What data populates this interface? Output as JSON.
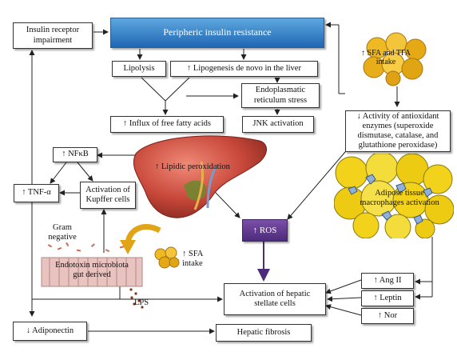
{
  "boxes": {
    "insulin_receptor": "Insulin receptor impairment",
    "peripheric": "Peripheric insulin resistance",
    "lipolysis": "Lipolysis",
    "lipogenesis": "↑ Lipogenesis de novo in the liver",
    "er_stress": "Endoplasmatic reticulum stress",
    "influx": "↑ Influx of free fatty acids",
    "jnk": "JNK activation",
    "sfa_tfa": "↑ SFA and TFA intake",
    "antioxidant": "↓ Activity of antioxidant enzymes (superoxide dismutase, catalase, and glutathione peroxidase)",
    "nfkb": "↑ NFκB",
    "tnf": "↑ TNF-α",
    "kupffer": "Activation of Kupffer cells",
    "ros": "↑ ROS",
    "ang": "↑ Ang II",
    "leptin": "↑ Leptin",
    "nor": "↑ Nor",
    "stellate": "Activation of hepatic stellate cells",
    "adiponectin": "↓ Adiponectin",
    "fibrosis": "Hepatic fibrosis"
  },
  "labels": {
    "lipidic": "↑ Lipidic peroxidation",
    "adipose": "Adipose tissue macrophages activation",
    "gram": "Gram negative",
    "endotoxin": "Endotoxin microbiota gut derived",
    "lps": "LPS",
    "sfa_small": "↑ SFA intake"
  },
  "colors": {
    "accent_blue": "#1f66b3",
    "ros_purple": "#5a3488",
    "liver_red": "#c8483a",
    "adipocyte_yellow": "#f2d21a",
    "fat_gold": "#e0a81a"
  }
}
